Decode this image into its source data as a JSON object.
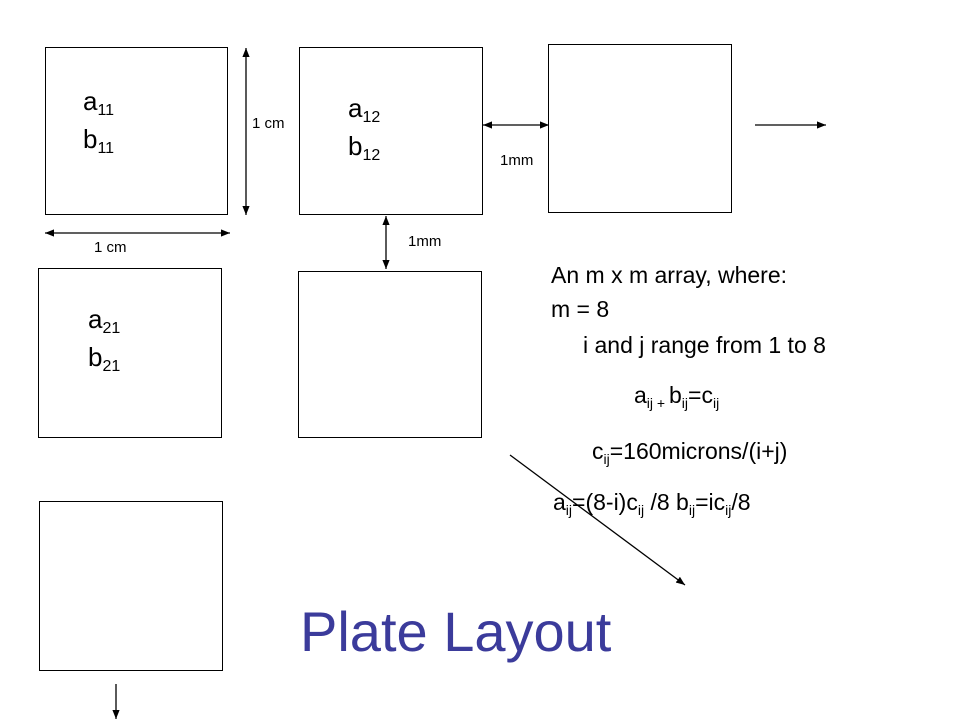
{
  "cells": {
    "a11": {
      "letter_a": "a",
      "sub_a": "11",
      "letter_b": "b",
      "sub_b": "11"
    },
    "a12": {
      "letter_a": "a",
      "sub_a": "12",
      "letter_b": "b",
      "sub_b": "12"
    },
    "a21": {
      "letter_a": "a",
      "sub_a": "21",
      "letter_b": "b",
      "sub_b": "21"
    }
  },
  "dimensions": {
    "plate_width": "1 cm",
    "plate_height": "1 cm",
    "gap_horizontal": "1mm",
    "gap_vertical": "1mm"
  },
  "description": {
    "line1": "An m x m array, where:",
    "line2": "m = 8",
    "line3": "i and j range from 1 to 8"
  },
  "formulas": {
    "sum": {
      "a": "a",
      "a_sub": "ij",
      "plus": " + ",
      "b": "b",
      "b_sub": "ij",
      "eq": "=c",
      "c_sub": "ij"
    },
    "c_def": {
      "c": "c",
      "c_sub": "ij",
      "rest": "=160microns/(i+j)"
    },
    "ab_def": {
      "a": "a",
      "a_sub": "ij",
      "part1": "=(8-i)c",
      "c1_sub": "ij",
      "part2": " /8  b",
      "b_sub": "ij",
      "part3": "=ic",
      "c2_sub": "ij",
      "part4": "/8"
    }
  },
  "title": "Plate Layout",
  "colors": {
    "title": "#3b3b9b",
    "lines": "#000000"
  }
}
